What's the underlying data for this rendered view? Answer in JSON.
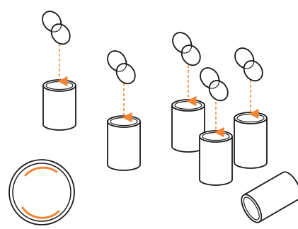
{
  "colors": {
    "stroke": "#1a1a1a",
    "fill": "#ffffff",
    "accent": "#ef8535"
  },
  "icons": {
    "piece": "double-lobed-piece-icon",
    "cylinder": "open-cylinder-icon",
    "ring": "ring-top-view-icon",
    "arrow": "dashed-down-arrow-icon"
  },
  "assemblies": [
    {
      "id": "a1"
    },
    {
      "id": "a2"
    },
    {
      "id": "a3"
    },
    {
      "id": "a4"
    },
    {
      "id": "a5"
    }
  ]
}
